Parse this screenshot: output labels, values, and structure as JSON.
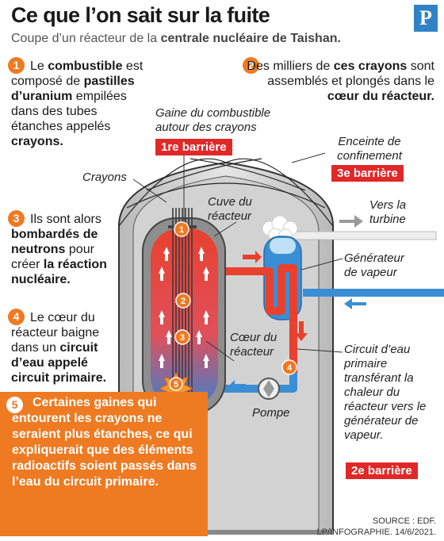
{
  "header": {
    "title": "Ce que l’on sait sur la fuite",
    "subtitle_prefix": "Coupe d’un réacteur de la ",
    "subtitle_bold": "centrale nucléaire de Taishan.",
    "logo": "P"
  },
  "steps": [
    {
      "num": "1",
      "parts": [
        "Le ",
        "combustible",
        " est composé de ",
        "pastilles d’uranium",
        " empilées dans des tubes étanches appelés ",
        "crayons."
      ]
    },
    {
      "num": "2",
      "parts": [
        "Des milliers de ",
        "ces crayons",
        " sont assemblés et plongés dans le ",
        "cœur du réacteur."
      ]
    },
    {
      "num": "3",
      "parts": [
        "Ils sont alors ",
        "bombardés de neutrons",
        " pour créer ",
        "la réaction nucléaire."
      ]
    },
    {
      "num": "4",
      "parts": [
        "Le cœur du réacteur baigne dans un ",
        "circuit d’eau appelé circuit primaire."
      ]
    },
    {
      "num": "5",
      "text": "Certaines gaines qui entourent les crayons ne seraient plus étanches, ce qui expliquerait que des éléments radioactifs soient passés dans l’eau du circuit primaire."
    }
  ],
  "labels": {
    "gaine": "Gaine du combustible autour des crayons",
    "barriere1": "1re barrière",
    "enceinte": "Enceinte de confinement",
    "barriere3": "3e barrière",
    "crayons": "Crayons",
    "cuve": "Cuve du réacteur",
    "vers_turbine": "Vers la turbine",
    "generateur": "Générateur de vapeur",
    "coeur": "Cœur du réacteur",
    "circuit": "Circuit d’eau primaire transférant la chaleur du réacteur vers le générateur de vapeur.",
    "barriere2": "2e barrière",
    "pompe": "Pompe"
  },
  "diagram_markers": [
    "1",
    "2",
    "3",
    "4",
    "5"
  ],
  "source": {
    "line1": "SOURCE : EDF.",
    "line2": "LP/INFOGRAPHIE.  14/6/2021."
  },
  "colors": {
    "accent": "#ee7a22",
    "barrier": "#e02828",
    "hot": "#e8412f",
    "cold": "#3a8fd4",
    "logo": "#2f83c5"
  }
}
